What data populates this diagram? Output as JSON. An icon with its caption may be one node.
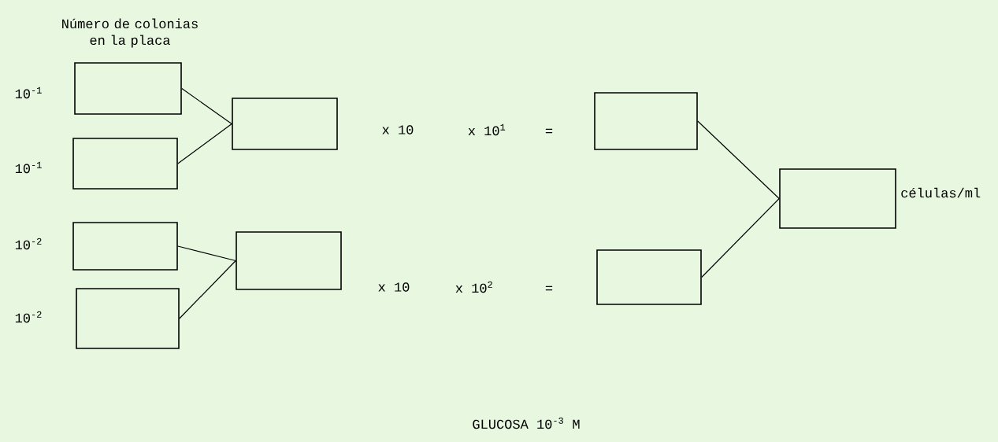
{
  "diagram": {
    "title": "GLUCOSA 10$^{-3}$ M",
    "nodes": [
      {
        "text": [],
        "shape": "box",
        "beside": [
          "10$^{-1}$"
        ]
      },
      {
        "text": [],
        "shape": "box",
        "beside": [
          "10$^{-1}$"
        ]
      },
      {
        "text": [],
        "shape": "box",
        "beside": [
          "10$^{-2}$"
        ]
      },
      {
        "text": [],
        "shape": "box",
        "beside": [
          "10$^{-2}$"
        ]
      },
      {
        "text": [],
        "shape": "box"
      },
      {
        "text": [],
        "shape": "box"
      },
      {
        "text": [],
        "shape": "box"
      },
      {
        "text": [],
        "shape": "box"
      },
      {
        "text": [],
        "shape": "box",
        "beside": [
          "células/ml"
        ]
      }
    ],
    "edges": [
      {
        "from": 0,
        "to": 4,
        "arrow": "none"
      },
      {
        "from": 1,
        "to": 4,
        "arrow": "none"
      },
      {
        "from": 2,
        "to": 5,
        "arrow": "none"
      },
      {
        "from": 3,
        "to": 5,
        "arrow": "none"
      },
      {
        "from": 6,
        "to": 8,
        "arrow": "none"
      },
      {
        "from": 7,
        "to": 8,
        "arrow": "none"
      }
    ],
    "labels": [
      "Número de colonias en la placa",
      "x 10",
      "x 10$^{1}$",
      "=",
      "x 10",
      "x 10$^{2}$",
      "="
    ]
  }
}
